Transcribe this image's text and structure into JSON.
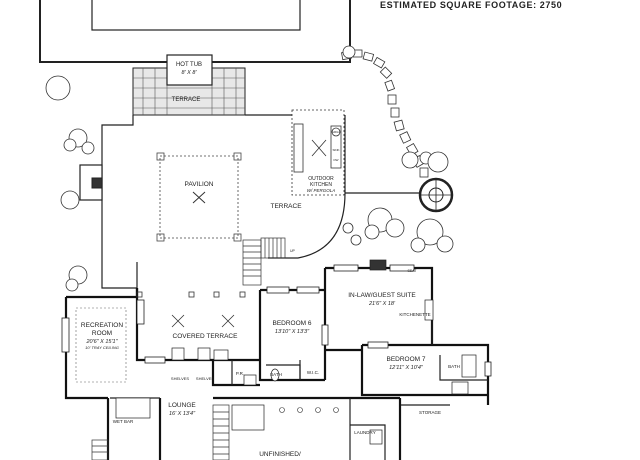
{
  "header": {
    "square_footage_label": "ESTIMATED SQUARE FOOTAGE:",
    "square_footage_value": "2750"
  },
  "labels": {
    "hot_tub": "HOT TUB",
    "hot_tub_size": "8' X 8'",
    "upper_terrace": "TERRACE",
    "pavilion": "PAVILION",
    "terrace": "TERRACE",
    "outdoor_kitchen": "OUTDOOR",
    "outdoor_kitchen_2": "KITCHEN",
    "pergola": "W/ PERGOLA",
    "recreation_room": "RECREATION",
    "recreation_room_2": "ROOM",
    "recreation_size": "20'6\" X 15'1\"",
    "recreation_note": "10' TRAY CEILING",
    "covered_terrace": "COVERED TERRACE",
    "bedroom6": "BEDROOM 6",
    "bedroom6_size": "13'10\" X 13'3\"",
    "in_law_suite": "IN-LAW/GUEST SUITE",
    "in_law_size": "21'6\" X 18'",
    "kitchenette": "KITCHENETTE",
    "bedroom7": "BEDROOM 7",
    "bedroom7_size": "12'11\" X 10'4\"",
    "bath_a": "BATH",
    "bath_b": "BATH",
    "pr": "P.R.",
    "wic": "W.I.C.",
    "storage": "STORAGE",
    "laundry": "LAUNDRY",
    "lounge": "LOUNGE",
    "lounge_size": "16' X 13'4\"",
    "wet_bar": "WET BAR",
    "unfinished": "UNFINISHED/",
    "shelves_a": "SHELVES",
    "shelves_b": "SHELVES",
    "up": "UP",
    "seat": "SEAT",
    "grill": "GRILL",
    "sink": "SINK",
    "dw": "DW"
  }
}
